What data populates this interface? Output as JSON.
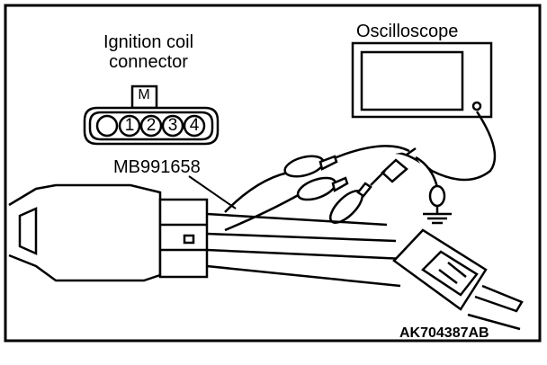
{
  "labels": {
    "coil_line1": "Ignition coil",
    "coil_line2": "connector",
    "oscilloscope": "Oscilloscope",
    "harness": "MB991658",
    "figure_code": "AK704387AB"
  },
  "connector": {
    "pins": [
      "1",
      "2",
      "3",
      "4"
    ],
    "key_mark": "M"
  },
  "icons": [
    "ignition-coil-connector-icon",
    "oscilloscope-icon",
    "test-harness-icon",
    "probe-clip-icon",
    "ground-icon",
    "plug-icon"
  ],
  "colors": {
    "line": "#000000",
    "background": "#ffffff"
  }
}
